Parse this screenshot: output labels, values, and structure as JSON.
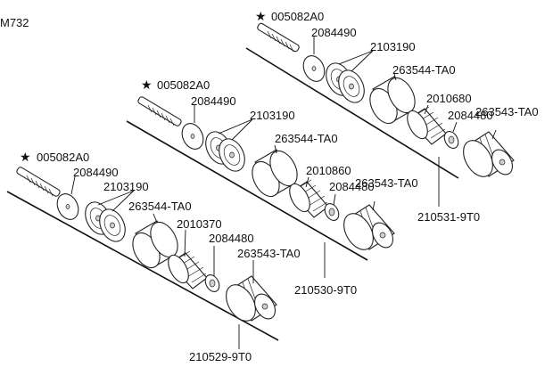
{
  "figure_code": "M732",
  "star_glyph": "★",
  "colors": {
    "ink": "#111111",
    "shade": "#cfcfcf",
    "background": "#ffffff"
  },
  "assemblies": [
    {
      "assembly_number": "210531-9T0",
      "parts": {
        "screw": "005082A0",
        "washer": "2084490",
        "disc_pair": "2103190",
        "cup": "263544-TA0",
        "bellows": "2010680",
        "nut": "2084480",
        "knob": "263543-TA0"
      }
    },
    {
      "assembly_number": "210530-9T0",
      "parts": {
        "screw": "005082A0",
        "washer": "2084490",
        "disc_pair": "2103190",
        "cup": "263544-TA0",
        "bellows": "2010860",
        "nut": "2084480",
        "knob": "263543-TA0"
      }
    },
    {
      "assembly_number": "210529-9T0",
      "parts": {
        "screw": "005082A0",
        "washer": "2084490",
        "disc_pair": "2103190",
        "cup": "263544-TA0",
        "bellows": "2010370",
        "nut": "2084480",
        "knob": "263543-TA0"
      }
    }
  ]
}
